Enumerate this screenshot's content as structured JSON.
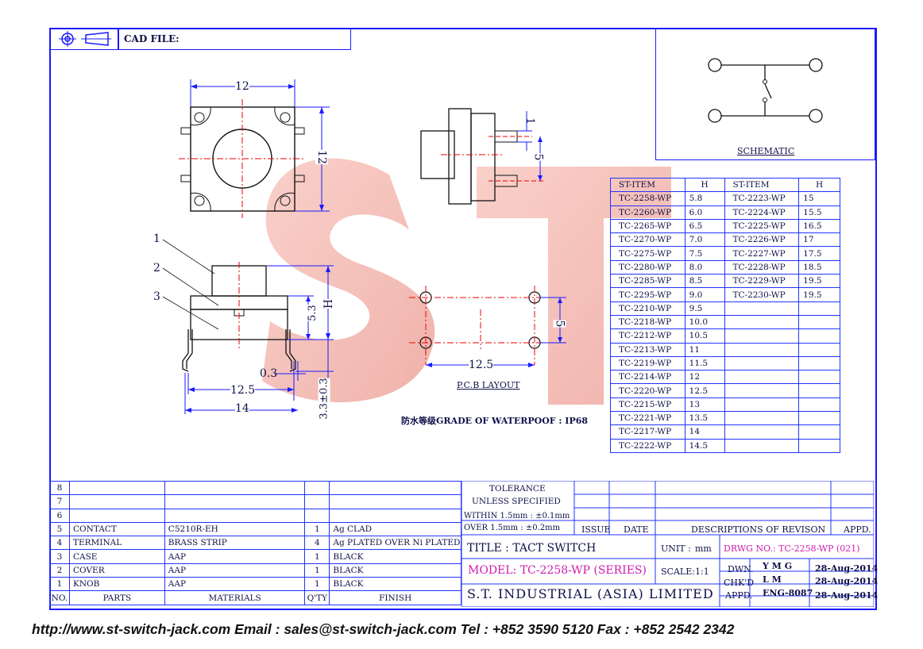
{
  "header": {
    "cad_label": "CAD FILE:"
  },
  "schematic": {
    "label": "SCHEMATIC"
  },
  "dimensions": {
    "top_width": "12",
    "top_height": "12",
    "side_1": "1",
    "side_5": "5",
    "front_53": "5.3",
    "front_H": "H",
    "front_03": "0.3",
    "front_125": "12.5",
    "front_14": "14",
    "front_33": "3.3±0.3",
    "callout_1": "1",
    "callout_2": "2",
    "callout_3": "3",
    "pcb_5": "5",
    "pcb_125": "12.5"
  },
  "pcb": {
    "label": "P.C.B LAYOUT"
  },
  "waterproof": "防水等级GRADE OF WATERPOOF : IP68",
  "items_table": {
    "headers": [
      "ST-ITEM",
      "H",
      "ST-ITEM",
      "H"
    ],
    "rows": [
      [
        "TC-2258-WP",
        "5.8",
        "TC-2223-WP",
        "15"
      ],
      [
        "TC-2260-WP",
        "6.0",
        "TC-2224-WP",
        "15.5"
      ],
      [
        "TC-2265-WP",
        "6.5",
        "TC-2225-WP",
        "16.5"
      ],
      [
        "TC-2270-WP",
        "7.0",
        "TC-2226-WP",
        "17"
      ],
      [
        "TC-2275-WP",
        "7.5",
        "TC-2227-WP",
        "17.5"
      ],
      [
        "TC-2280-WP",
        "8.0",
        "TC-2228-WP",
        "18.5"
      ],
      [
        "TC-2285-WP",
        "8.5",
        "TC-2229-WP",
        "19.5"
      ],
      [
        "TC-2295-WP",
        "9.0",
        "TC-2230-WP",
        "19.5"
      ],
      [
        "TC-2210-WP",
        "9.5",
        "",
        ""
      ],
      [
        "TC-2218-WP",
        "10.0",
        "",
        ""
      ],
      [
        "TC-2212-WP",
        "10.5",
        "",
        ""
      ],
      [
        "TC-2213-WP",
        "11",
        "",
        ""
      ],
      [
        "TC-2219-WP",
        "11.5",
        "",
        ""
      ],
      [
        "TC-2214-WP",
        "12",
        "",
        ""
      ],
      [
        "TC-2220-WP",
        "12.5",
        "",
        ""
      ],
      [
        "TC-2215-WP",
        "13",
        "",
        ""
      ],
      [
        "TC-2221-WP",
        "13.5",
        "",
        ""
      ],
      [
        "TC-2217-WP",
        "14",
        "",
        ""
      ],
      [
        "TC-2222-WP",
        "14.5",
        "",
        ""
      ]
    ]
  },
  "bom": {
    "rows": [
      [
        "8",
        "",
        "",
        "",
        ""
      ],
      [
        "7",
        "",
        "",
        "",
        ""
      ],
      [
        "6",
        "",
        "",
        "",
        ""
      ],
      [
        "5",
        "CONTACT",
        "C5210R-EH",
        "1",
        "Ag CLAD"
      ],
      [
        "4",
        "TERMINAL",
        "BRASS STRIP",
        "4",
        "Ag PLATED OVER Ni PLATED"
      ],
      [
        "3",
        "CASE",
        "AAP",
        "1",
        "BLACK"
      ],
      [
        "2",
        "COVER",
        "AAP",
        "1",
        "BLACK"
      ],
      [
        "1",
        "KNOB",
        "AAP",
        "1",
        "BLACK"
      ]
    ],
    "headers": [
      "NO.",
      "PARTS",
      "MATERIALS",
      "Q'TY",
      "FINISH"
    ]
  },
  "title_block": {
    "tolerance_line1": "TOLERANCE",
    "tolerance_line2": "UNLESS  SPECIFIED",
    "within": "WITHIN  1.5mm : ±0.1mm",
    "over": "OVER    1.5mm : ±0.2mm",
    "issue": "ISSUE",
    "date": "DATE",
    "descriptions": "DESCRIPTIONS OF REVISON",
    "appd": "APPD.",
    "title": "TITLE : TACT SWITCH",
    "unit_label": "UNIT :",
    "unit_value": "mm",
    "drwg_no": "DRWG NO.: TC-2258-WP (021)",
    "model": "MODEL: TC-2258-WP (SERIES)",
    "scale_label": "SCALE:",
    "scale_value": "1:1",
    "dwn_label": "DWN.",
    "dwn_value": "Y M G",
    "dwn_date": "28-Aug-2014",
    "chkd_label": "CHK'D",
    "chkd_value": "L M",
    "chkd_date": "28-Aug-2014",
    "appd_label": "APPD.",
    "appd_value": "ENG-8087",
    "appd_date": "28-Aug-2014",
    "company": "S.T. INDUSTRIAL (ASIA) LIMITED"
  },
  "watermark": "ST",
  "footer": "http://www.st-switch-jack.com  Email : sales@st-switch-jack.com  Tel : +852 3590 5120  Fax : +852 2542 2342",
  "colors": {
    "line": "#1a1aff",
    "watermark": "#f4b8b0",
    "accent": "#d01ab0"
  },
  "icons": [
    "projection-symbol-icon"
  ]
}
